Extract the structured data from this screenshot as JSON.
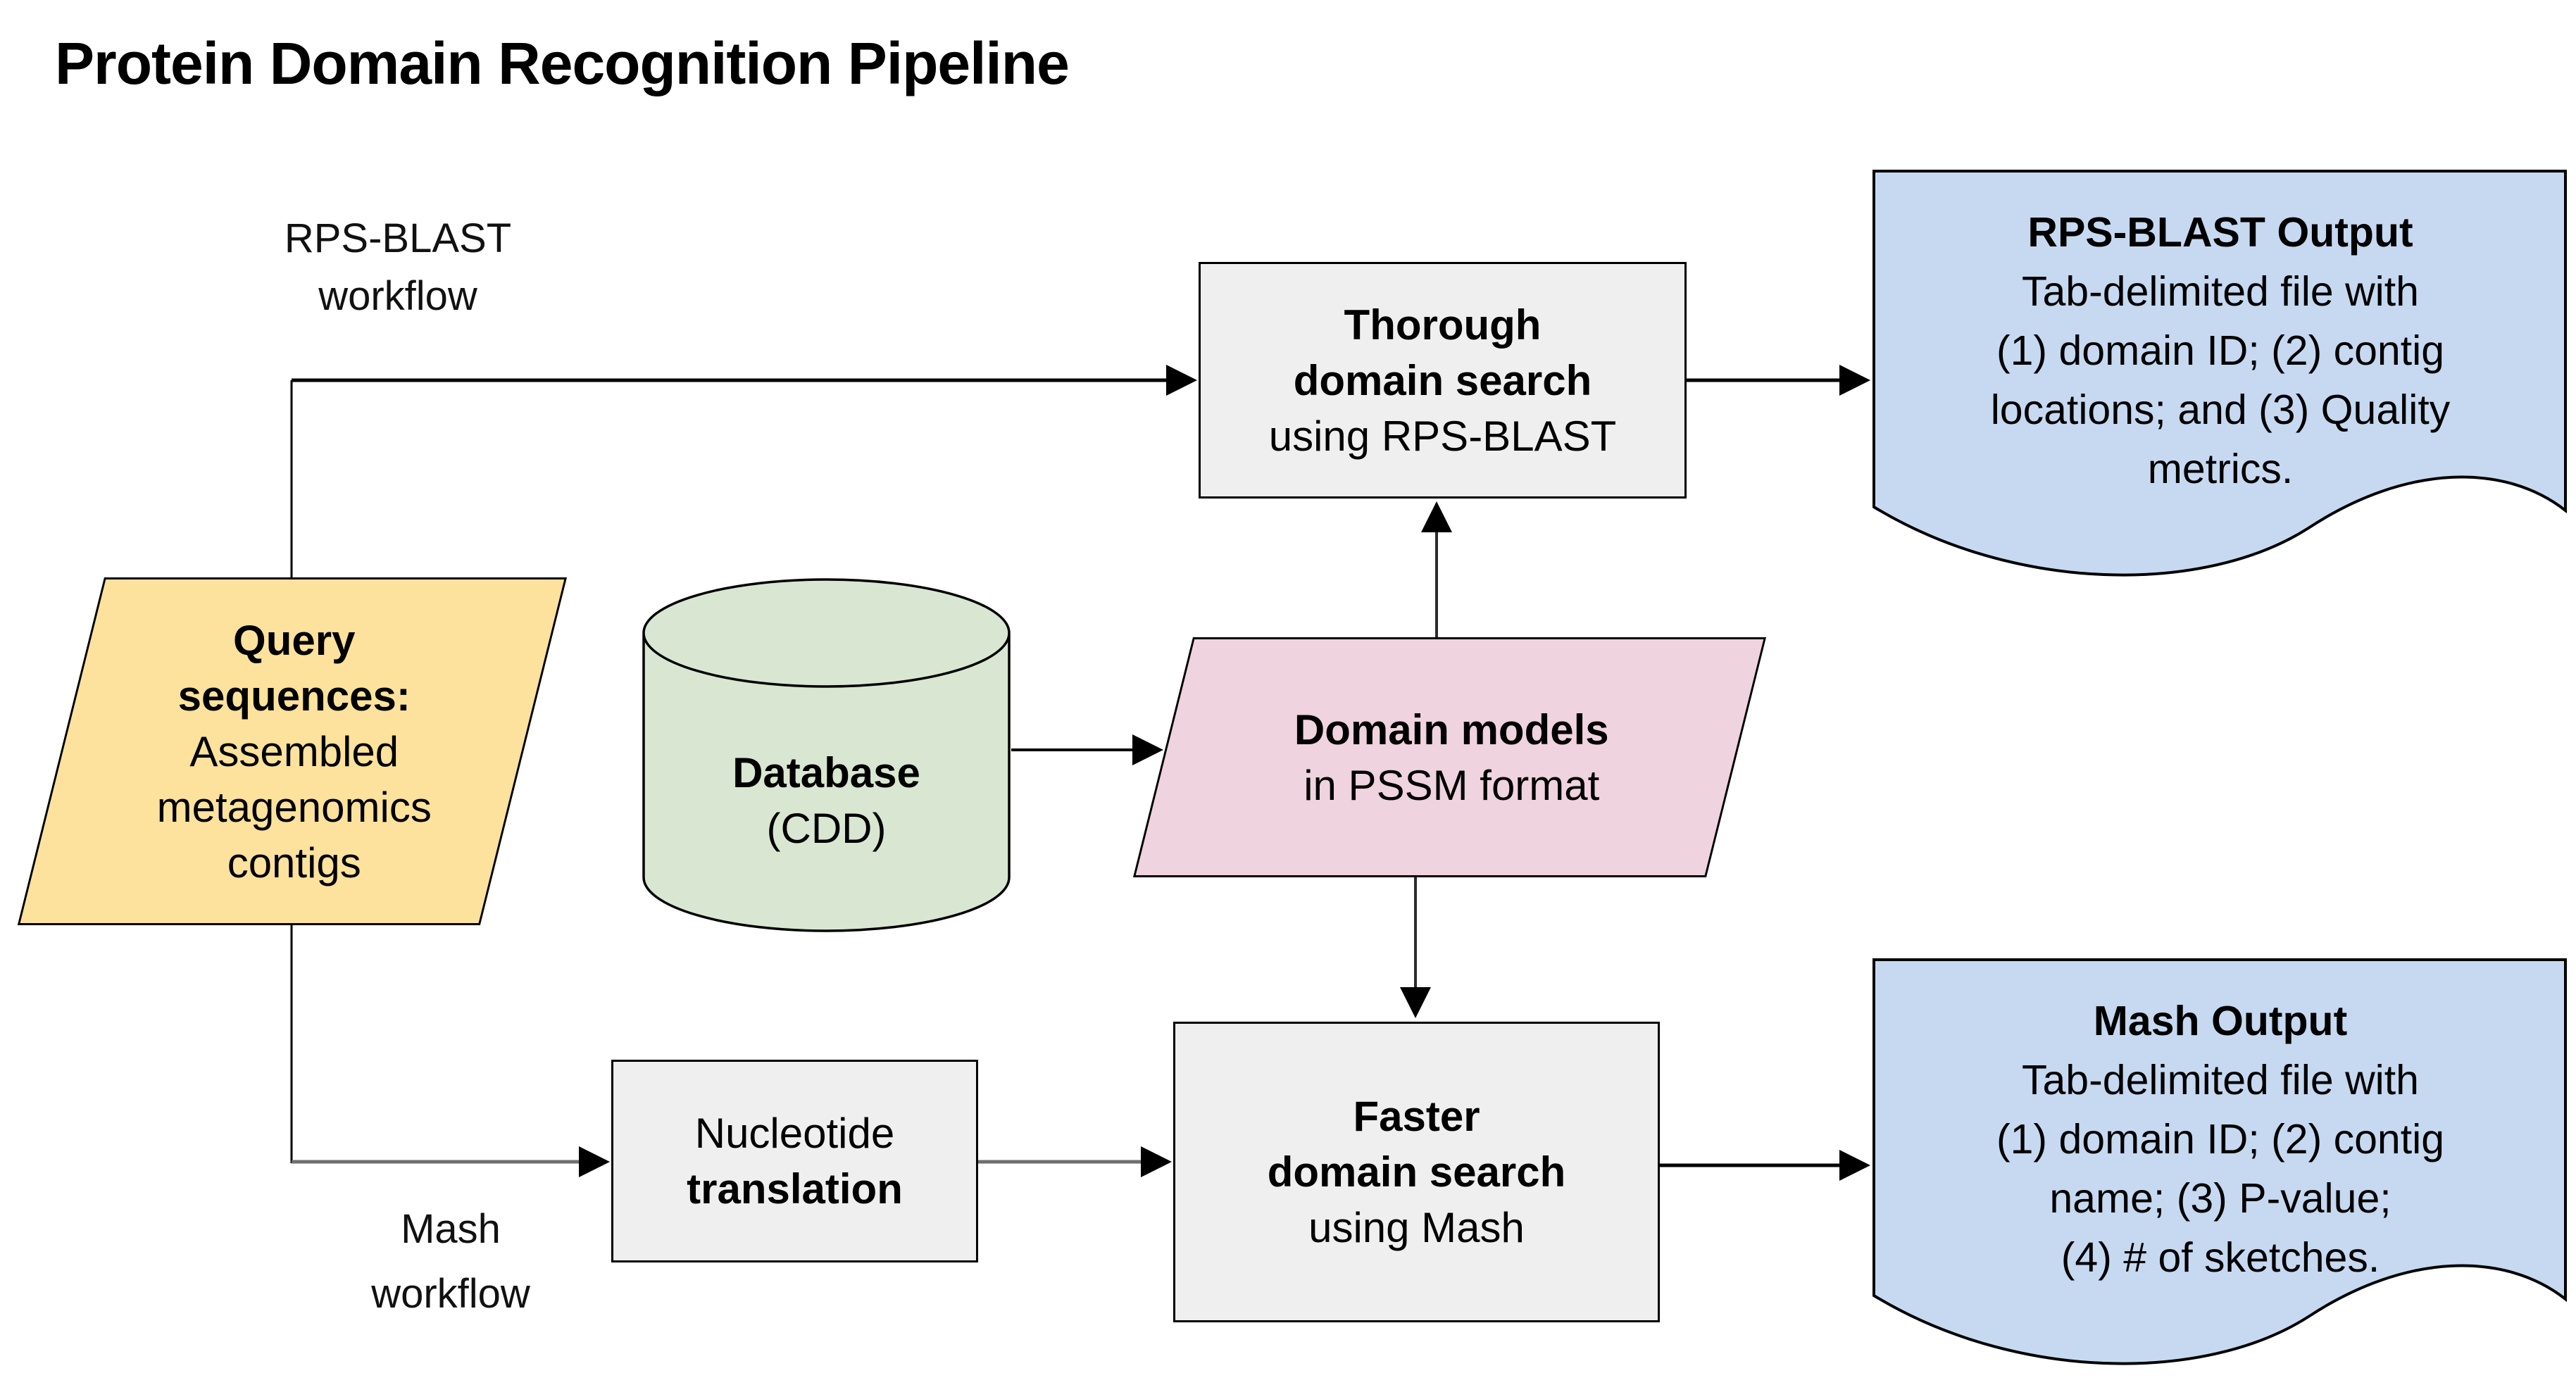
{
  "title": {
    "text": "Protein Domain Recognition Pipeline"
  },
  "workflow_labels": {
    "rps": {
      "line1": "RPS-BLAST",
      "line2": "workflow"
    },
    "mash": {
      "line1": "Mash",
      "line2": "workflow"
    }
  },
  "nodes": {
    "query": {
      "shape": "parallelogram",
      "fill": "#fce29c",
      "lines": [
        {
          "text": "Query",
          "bold": true
        },
        {
          "text": "sequences:",
          "bold": true
        },
        {
          "text": "Assembled",
          "bold": false
        },
        {
          "text": "metagenomics",
          "bold": false
        },
        {
          "text": "contigs",
          "bold": false
        }
      ]
    },
    "database": {
      "shape": "cylinder",
      "fill": "#d9e7d2",
      "lines": [
        {
          "text": "Database",
          "bold": true
        },
        {
          "text": "(CDD)",
          "bold": false
        }
      ]
    },
    "domain_models": {
      "shape": "parallelogram",
      "fill": "#efd3de",
      "lines": [
        {
          "text": "Domain models",
          "bold": true
        },
        {
          "text": "in PSSM format",
          "bold": false
        }
      ]
    },
    "thorough_search": {
      "shape": "rect",
      "fill": "#efefef",
      "lines": [
        {
          "text": "Thorough",
          "bold": true
        },
        {
          "text": "domain search",
          "bold": true
        },
        {
          "text": "using RPS-BLAST",
          "bold": false
        }
      ]
    },
    "nucleotide_translation": {
      "shape": "rect",
      "fill": "#efefef",
      "lines": [
        {
          "text": "Nucleotide",
          "bold": false
        },
        {
          "text": "translation",
          "bold": true
        }
      ]
    },
    "faster_search": {
      "shape": "rect",
      "fill": "#efefef",
      "lines": [
        {
          "text": "Faster",
          "bold": true
        },
        {
          "text": "domain search",
          "bold": true
        },
        {
          "text": "using Mash",
          "bold": false
        }
      ]
    },
    "rps_output": {
      "shape": "document",
      "fill": "#c6d9f1",
      "title": "RPS-BLAST Output",
      "body_lines": [
        "Tab-delimited file with",
        "(1) domain ID; (2) contig",
        "locations; and (3) Quality",
        "metrics."
      ]
    },
    "mash_output": {
      "shape": "document",
      "fill": "#c6d9f1",
      "title": "Mash Output",
      "body_lines": [
        "Tab-delimited file with",
        "(1) domain ID; (2) contig",
        "name; (3) P-value;",
        "(4) # of sketches."
      ]
    }
  },
  "colors": {
    "background": "#ffffff",
    "border": "#000000",
    "connector": "#000000",
    "connector_gray": "#6e6e6e",
    "text": "#000000"
  }
}
